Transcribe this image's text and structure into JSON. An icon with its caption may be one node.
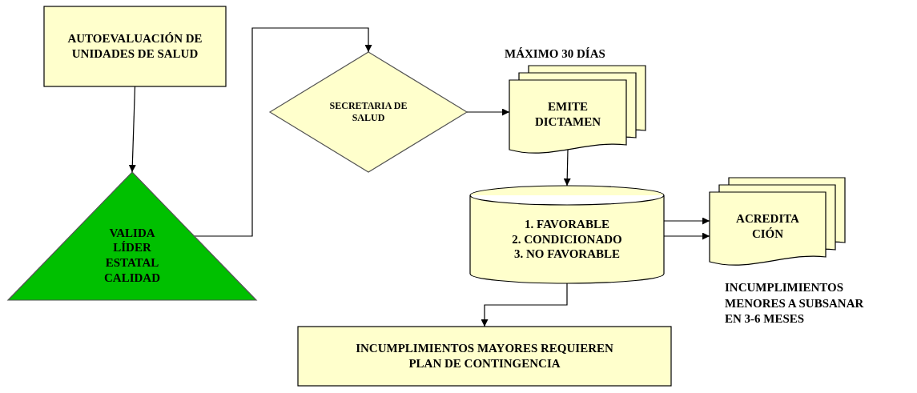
{
  "diagram": {
    "nodes": [
      {
        "text": [
          "AUTOEVALUACIÓN DE UNIDADES DE SALUD"
        ]
      },
      {
        "text": [
          "VALIDA LÍDER ESTATAL CALIDAD"
        ]
      },
      {
        "text": [
          "SECRETARIA DE SALUD"
        ]
      },
      {
        "text": [
          "EMITE DICTAMEN"
        ],
        "beside": [
          "MÁXIMO 30 DÍAS"
        ]
      },
      {
        "text": [
          "1. FAVORABLE",
          "2. CONDICIONADO",
          "3. NO FAVORABLE"
        ]
      },
      {
        "text": [
          "ACREDITA CIÓN"
        ],
        "beside": [
          "INCUMPLIMIENTOS MENORES A SUBSANAR EN 3-6 MESES"
        ]
      },
      {
        "text": [
          "INCUMPLIMIENTOS MAYORES REQUIEREN PLAN DE CONTINGENCIA"
        ]
      }
    ],
    "edges": [
      {
        "from": 0,
        "to": 1,
        "arrow": "to"
      },
      {
        "from": 1,
        "to": 2,
        "arrow": "to"
      },
      {
        "from": 2,
        "to": 3,
        "arrow": "to"
      },
      {
        "from": 3,
        "to": 4,
        "arrow": "to"
      },
      {
        "from": 4,
        "to": 5,
        "arrow": "to"
      },
      {
        "from": 4,
        "to": 5,
        "arrow": "to"
      },
      {
        "from": 4,
        "to": 6,
        "arrow": "to"
      }
    ]
  }
}
